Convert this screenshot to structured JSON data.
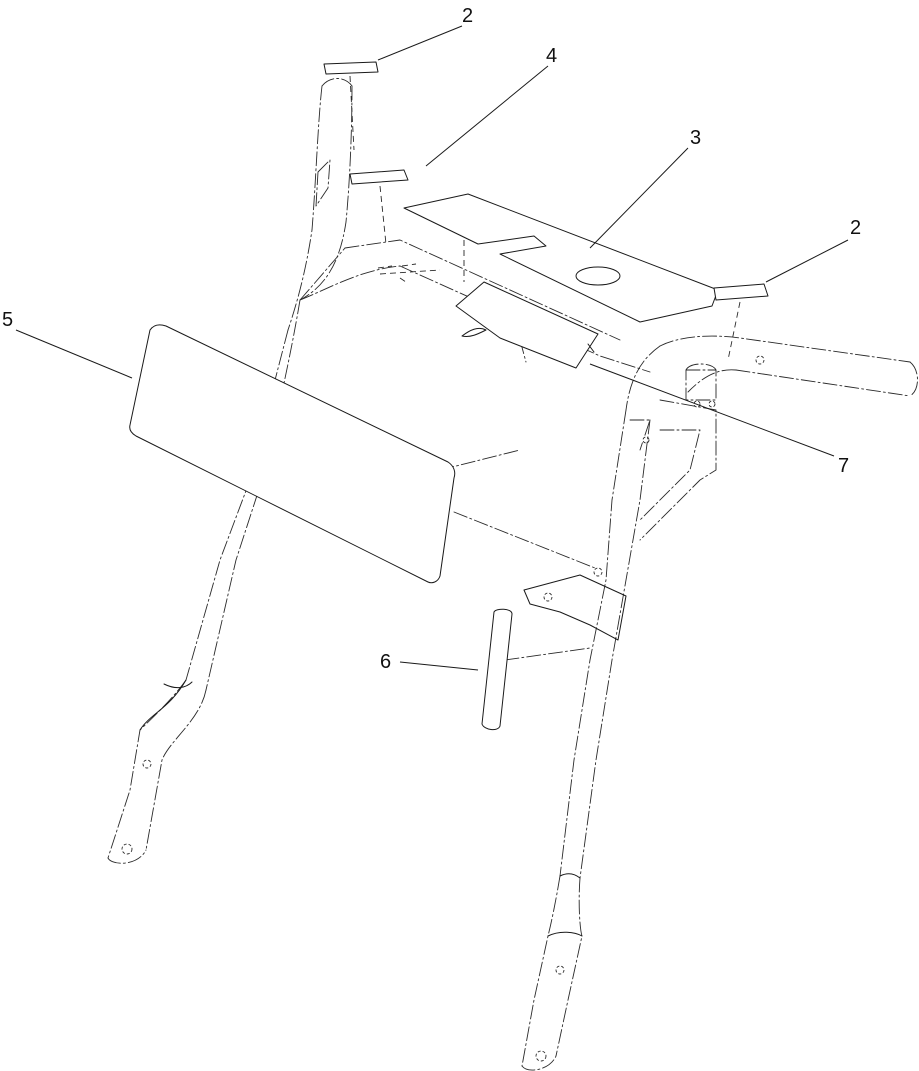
{
  "callouts": [
    {
      "id": "2a",
      "label": "2"
    },
    {
      "id": "4",
      "label": "4"
    },
    {
      "id": "3",
      "label": "3"
    },
    {
      "id": "2b",
      "label": "2"
    },
    {
      "id": "5",
      "label": "5"
    },
    {
      "id": "7",
      "label": "7"
    },
    {
      "id": "6",
      "label": "6"
    }
  ],
  "colors": {
    "line": "#1a1a1a",
    "background": "#ffffff"
  }
}
